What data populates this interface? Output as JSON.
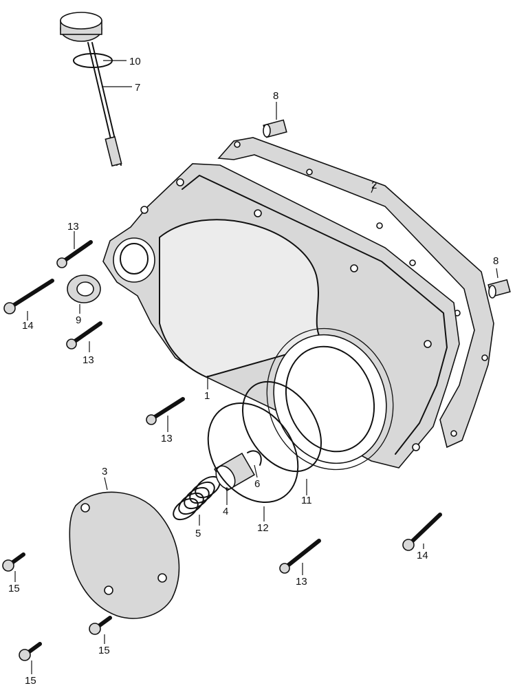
{
  "diagram": {
    "parts": [
      {
        "id": "part-1",
        "number": "1"
      },
      {
        "id": "part-2",
        "number": "2"
      },
      {
        "id": "part-3",
        "number": "3"
      },
      {
        "id": "part-4",
        "number": "4"
      },
      {
        "id": "part-5",
        "number": "5"
      },
      {
        "id": "part-6",
        "number": "6"
      },
      {
        "id": "part-7",
        "number": "7"
      },
      {
        "id": "part-8",
        "number": "8"
      },
      {
        "id": "part-9",
        "number": "9"
      },
      {
        "id": "part-10",
        "number": "10"
      },
      {
        "id": "part-11",
        "number": "11"
      },
      {
        "id": "part-12",
        "number": "12"
      },
      {
        "id": "part-13",
        "number": "13"
      },
      {
        "id": "part-14",
        "number": "14"
      },
      {
        "id": "part-15",
        "number": "15"
      }
    ]
  }
}
